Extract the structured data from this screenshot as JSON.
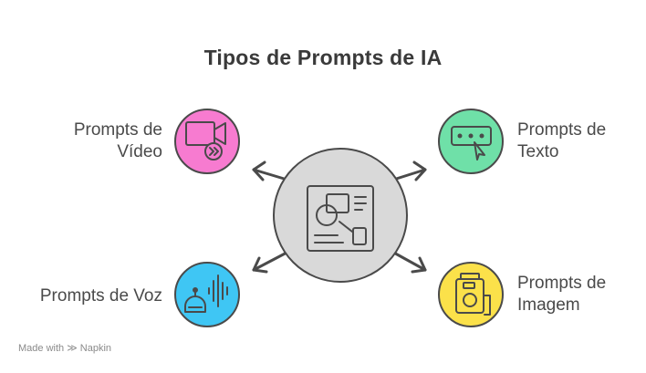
{
  "title": "Tipos de Prompts de IA",
  "items": [
    {
      "id": "video",
      "line1": "Prompts de",
      "line2": "Vídeo",
      "color": "#f77bd0",
      "icon": "video-camera-icon"
    },
    {
      "id": "texto",
      "line1": "Prompts de",
      "line2": "Texto",
      "color": "#6fe0a8",
      "icon": "text-cursor-icon"
    },
    {
      "id": "voz",
      "line1": "Prompts de Voz",
      "line2": "",
      "color": "#3fc6f4",
      "icon": "voice-assistant-icon"
    },
    {
      "id": "imagem",
      "line1": "Prompts de",
      "line2": "Imagem",
      "color": "#fbe14a",
      "icon": "camera-icon"
    }
  ],
  "center": {
    "color": "#d9d9d9",
    "icon": "layout-design-icon"
  },
  "footer": {
    "made_with": "Made with",
    "brand": "Napkin"
  }
}
